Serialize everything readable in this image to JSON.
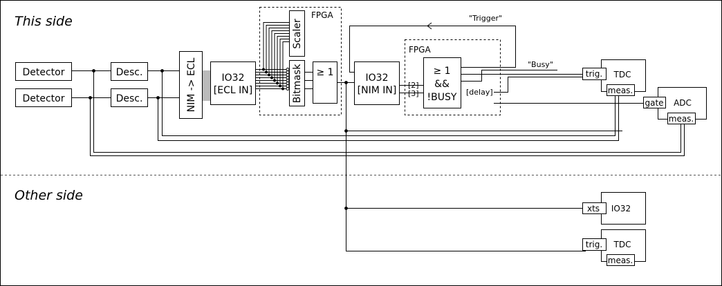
{
  "sections": {
    "this_side": "This side",
    "other_side": "Other side"
  },
  "blocks": {
    "detector_1": "Detector",
    "detector_2": "Detector",
    "desc_1": "Desc.",
    "desc_2": "Desc.",
    "nim_ecl": "NIM -> ECL",
    "io32_ecl": [
      "IO32",
      "[ECL IN]"
    ],
    "fpga_1": "FPGA",
    "scaler": "Scaler",
    "bitmask": "Bitmask",
    "or_gate": "≥ 1",
    "io32_nim": [
      "IO32",
      "[NIM IN]"
    ],
    "fpga_2": "FPGA",
    "logic": [
      "≥ 1",
      "&&",
      "!BUSY"
    ],
    "tdc_top": "TDC",
    "adc": "ADC",
    "io32_other": "IO32",
    "tdc_other": "TDC"
  },
  "ports": {
    "in_2": "[2]",
    "in_3": "[3]",
    "delay": "[delay]",
    "trig_top": "trig.",
    "meas_top": "meas.",
    "gate": "gate",
    "meas_adc": "meas.",
    "xts": "xts",
    "trig_other": "trig.",
    "meas_other": "meas."
  },
  "signals": {
    "trigger": "\"Trigger\"",
    "busy": "\"Busy\""
  }
}
